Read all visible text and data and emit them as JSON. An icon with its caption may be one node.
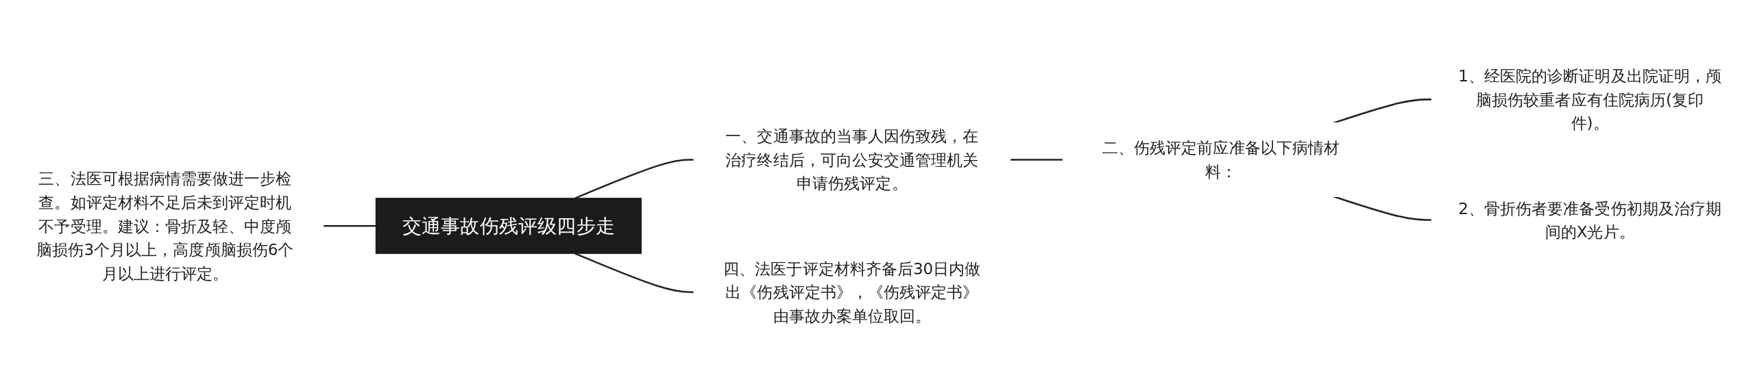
{
  "diagram": {
    "nodes": [
      {
        "text": [
          "交通事故伤残评级四步走"
        ]
      },
      {
        "text": [
          "一、交通事故的当事人因伤致残，在治疗终结后，可向公安交通管理机关申请伤残评定。"
        ]
      },
      {
        "text": [
          "二、伤残评定前应准备以下病情材料："
        ]
      },
      {
        "text": [
          "1、经医院的诊断证明及出院证明，颅脑损伤较重者应有住院病历(复印件)。"
        ]
      },
      {
        "text": [
          "2、骨折伤者要准备受伤初期及治疗期间的X光片。"
        ]
      },
      {
        "text": [
          "四、法医于评定材料齐备后30日内做出《伤残评定书》，《伤残评定书》由事故办案单位取回。"
        ]
      },
      {
        "text": [
          "三、法医可根据病情需要做进一步检查。如评定材料不足后未到评定时机不予受理。建议：骨折及轻、中度颅脑损伤3个月以上，高度颅脑损伤6个月以上进行评定。"
        ]
      }
    ],
    "edges": [
      {
        "from": 6,
        "to": 0,
        "arrow": "none"
      },
      {
        "from": 0,
        "to": 1,
        "arrow": "none"
      },
      {
        "from": 0,
        "to": 5,
        "arrow": "none"
      },
      {
        "from": 1,
        "to": 2,
        "arrow": "none"
      },
      {
        "from": 2,
        "to": 3,
        "arrow": "none"
      },
      {
        "from": 2,
        "to": 4,
        "arrow": "none"
      }
    ]
  }
}
